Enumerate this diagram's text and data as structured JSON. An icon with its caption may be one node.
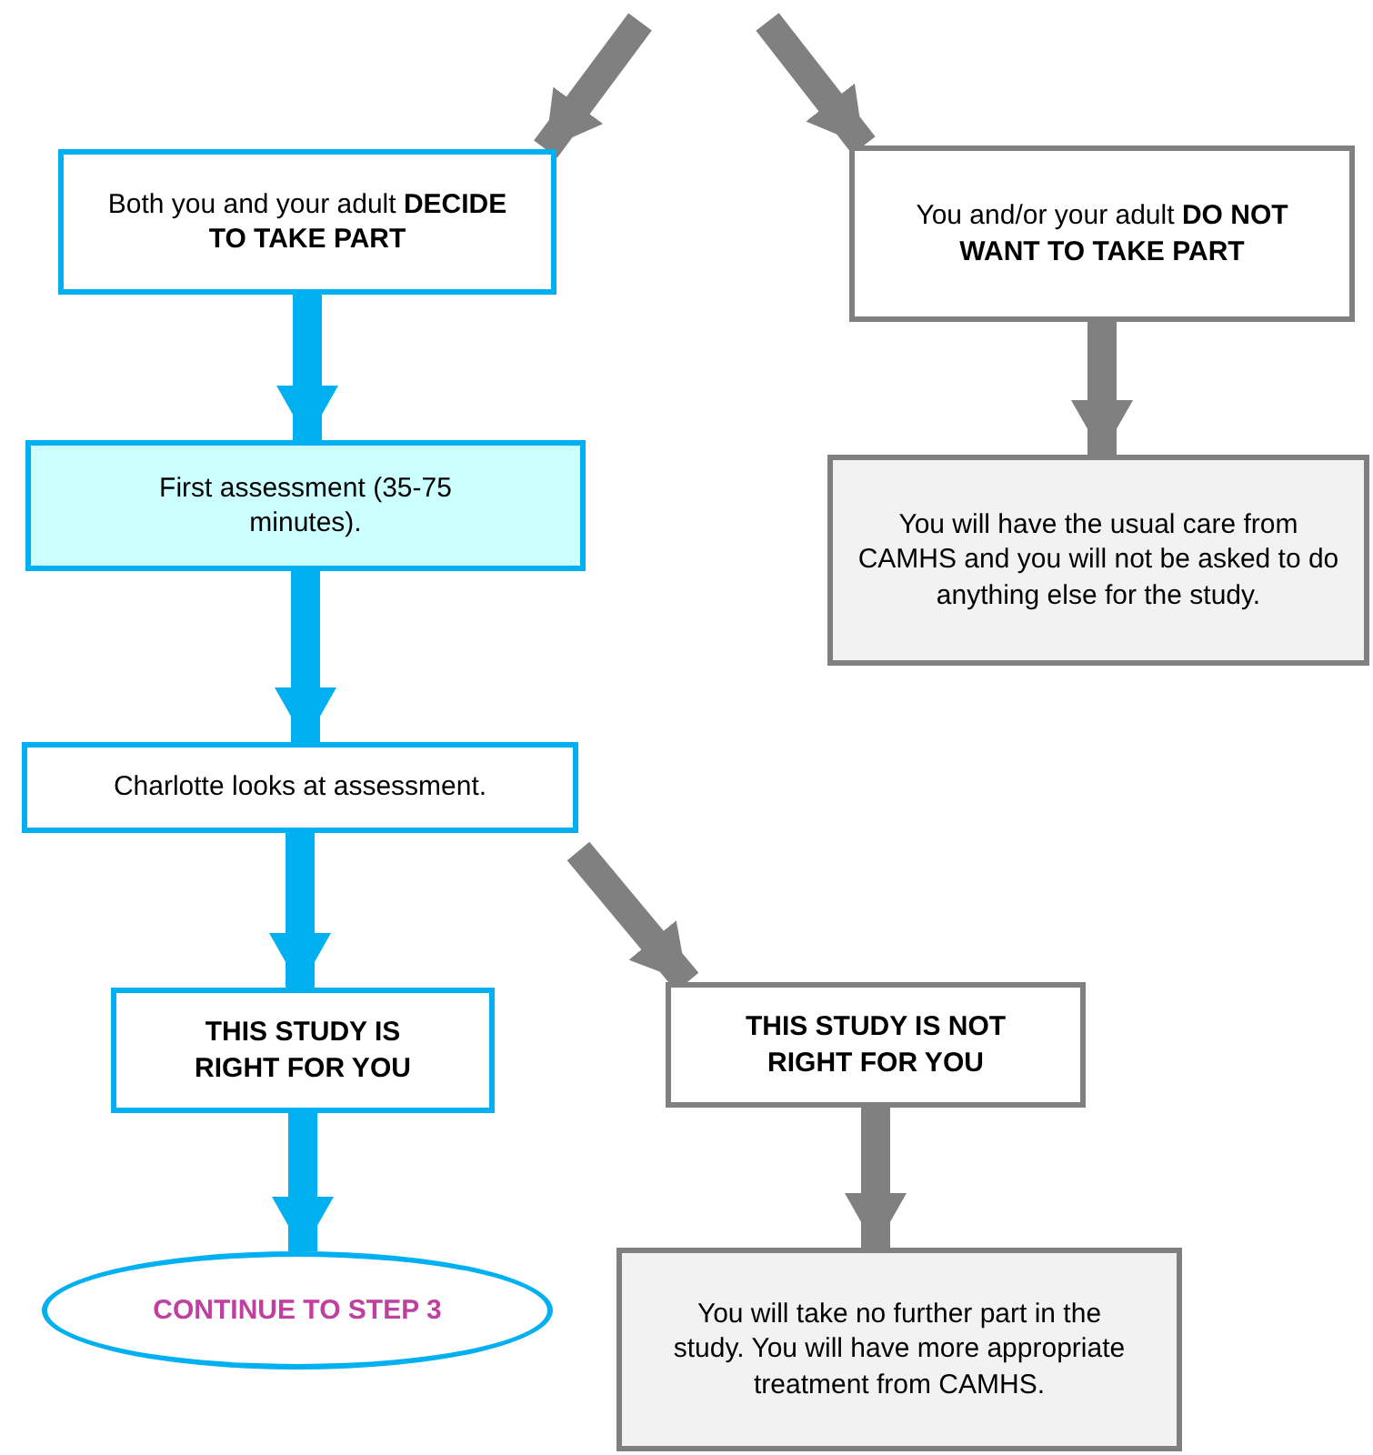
{
  "diagram": {
    "nodes": [
      {
        "text": [
          "Both you and your adult **DECIDE TO TAKE PART**"
        ]
      },
      {
        "text": [
          "You and/or your adult **DO NOT WANT TO TAKE PART**"
        ]
      },
      {
        "text": [
          "First assessment (35-75 minutes)."
        ]
      },
      {
        "text": [
          "You will have the usual care from CAMHS and you will not be asked to do anything else for the study."
        ]
      },
      {
        "text": [
          "Charlotte looks at assessment."
        ]
      },
      {
        "text": [
          "THIS STUDY IS RIGHT FOR YOU"
        ]
      },
      {
        "text": [
          "THIS STUDY IS NOT RIGHT FOR YOU"
        ]
      },
      {
        "text": [
          "CONTINUE TO STEP 3"
        ]
      },
      {
        "text": [
          "You will take no further part in the study. You will have more appropriate treatment from CAMHS."
        ]
      }
    ],
    "edges": [
      {
        "from": null,
        "to": 0,
        "arrow": "to"
      },
      {
        "from": null,
        "to": 1,
        "arrow": "to"
      },
      {
        "from": 0,
        "to": 2,
        "arrow": "to",
        "color": "#00b0f0"
      },
      {
        "from": 1,
        "to": 3,
        "arrow": "to"
      },
      {
        "from": 2,
        "to": 4,
        "arrow": "to",
        "color": "#00b0f0"
      },
      {
        "from": 4,
        "to": 5,
        "arrow": "to",
        "color": "#00b0f0"
      },
      {
        "from": 4,
        "to": 6,
        "arrow": "to"
      },
      {
        "from": 5,
        "to": 7,
        "arrow": "to",
        "color": "#00b0f0"
      },
      {
        "from": 6,
        "to": 8,
        "arrow": "to"
      }
    ]
  }
}
